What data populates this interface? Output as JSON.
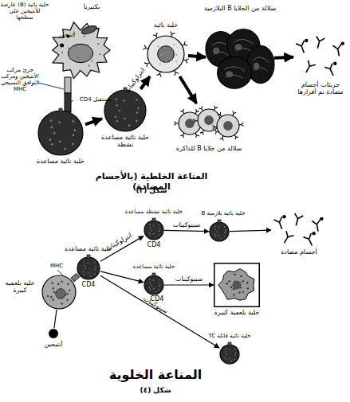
{
  "diagram": {
    "nodes": [
      {
        "text": [
          "خلية بائية (B) عارضة للأنتيجين على سطحها"
        ]
      },
      {
        "text": [
          "خلية تائية مساعدة"
        ]
      },
      {
        "text": [
          "خلية تائية مساعدة نشطة"
        ]
      },
      {
        "text": [
          "خلية بائية"
        ]
      },
      {
        "text": [
          "سلالة من الخلايا B البلازمية"
        ]
      },
      {
        "text": [
          "سلالة من خلايا B للذاكرة"
        ]
      },
      {
        "text": [
          "جزيئات أجسام مضادة تم أفرازها"
        ]
      },
      {
        "text": [
          "خلية بلعمية كبيرة"
        ]
      },
      {
        "text": [
          "خلية تائية مساعدة",
          "CD4"
        ]
      },
      {
        "text": [
          "خلية تائية نشطة مساعدة",
          "CD4"
        ]
      },
      {
        "text": [
          "خلية بائية بلازمية B"
        ]
      },
      {
        "text": [
          "أجسام مضادة"
        ]
      },
      {
        "text": [
          "خلية تائية مساعدة",
          "CD4"
        ]
      },
      {
        "text": [
          "خلية بلعمية كبيرة"
        ]
      },
      {
        "text": [
          "خلية تائية قاتلة TC"
        ]
      },
      {
        "text": [
          "أنتيجين"
        ]
      }
    ],
    "edges": [
      {
        "from": 1,
        "to": 2,
        "arrow": "to"
      },
      {
        "from": 2,
        "to": 3,
        "label": "انترلوكينات",
        "arrow": "to"
      },
      {
        "from": 3,
        "to": 4,
        "arrow": "to"
      },
      {
        "from": 3,
        "to": 5,
        "arrow": "to"
      },
      {
        "from": 4,
        "to": 6,
        "arrow": "to"
      },
      {
        "from": 15,
        "to": 7,
        "arrow": "none"
      },
      {
        "from": 8,
        "to": 9,
        "label": "انترلوكينات",
        "arrow": "to"
      },
      {
        "from": 9,
        "to": 10,
        "label": "سيتوكينات",
        "arrow": "to"
      },
      {
        "from": 10,
        "to": 11,
        "arrow": "to"
      },
      {
        "from": 8,
        "to": 12,
        "arrow": "to"
      },
      {
        "from": 12,
        "to": 13,
        "label": "سيتوكينات",
        "arrow": "to"
      },
      {
        "from": 8,
        "to": 14,
        "label": "سيتوكينات",
        "arrow": "to"
      }
    ],
    "labels": [
      "بكتيريا",
      "أنتيجين",
      "جزئ مركب الأنتيجين ومركب التوافق النسيجي MHC",
      "مستقبل CD4",
      "المناعة الخلطية (بالأجسام المضادة)",
      "شكل (٣)",
      "MHC",
      "المناعة الخلوية",
      "شكل (٤)"
    ]
  }
}
